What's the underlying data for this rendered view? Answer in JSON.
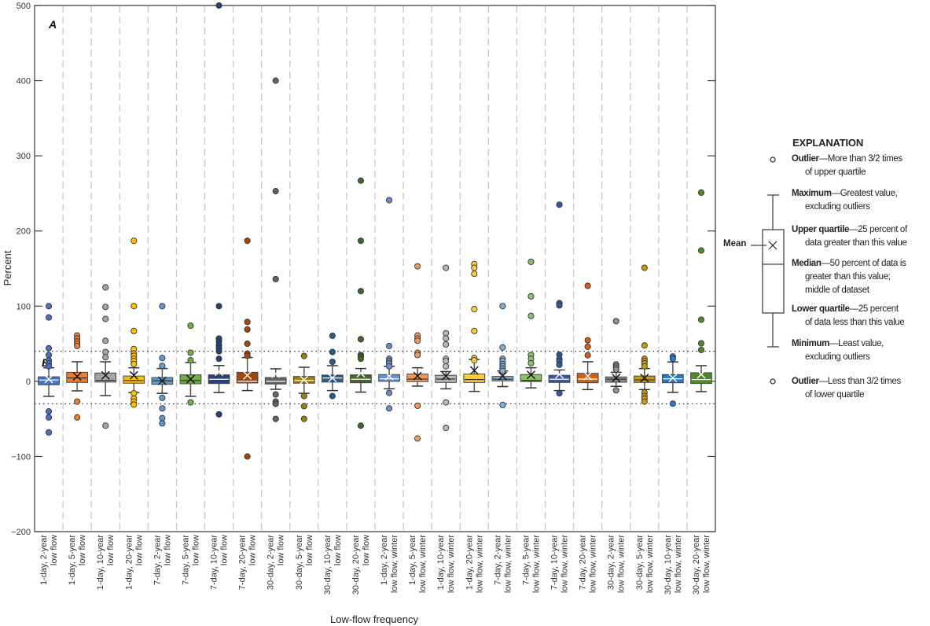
{
  "chart_data": {
    "type": "box",
    "xlabel": "Low-flow frequency",
    "ylabel": "Percent",
    "ylim": [
      -200,
      500
    ],
    "yticks": [
      "500",
      "400",
      "300",
      "200",
      "100",
      "0",
      "−100",
      "−200"
    ],
    "ytick_values": [
      500,
      400,
      300,
      200,
      100,
      0,
      -100,
      -200
    ],
    "reference_lines": [
      40,
      -30
    ],
    "panel_labels": [
      "A",
      "B"
    ],
    "categories": [
      {
        "label1": "1-day, 2-year",
        "label2": "low flow",
        "color": "#4472c4",
        "min": -20,
        "q1": -4.6,
        "median": 1.7,
        "q3": 6,
        "max": 18,
        "mean": 3,
        "outliers": [
          100,
          85,
          44,
          35,
          28,
          24,
          20,
          -40,
          -48,
          -68
        ]
      },
      {
        "label1": "1-day, 5-year",
        "label2": "low flow",
        "color": "#ed7d31",
        "min": -12.7,
        "q1": -1.5,
        "median": 4.4,
        "q3": 12,
        "max": 26,
        "mean": 6.5,
        "outliers": [
          61,
          57,
          53,
          50,
          47,
          -27,
          -48
        ]
      },
      {
        "label1": "1-day, 10-year",
        "label2": "low flow",
        "color": "#a5a5a5",
        "min": -19,
        "q1": -1,
        "median": 1.3,
        "q3": 11,
        "max": 26,
        "mean": 8,
        "outliers": [
          125,
          99,
          83,
          54,
          39,
          32,
          -59
        ]
      },
      {
        "label1": "1-day, 20-year",
        "label2": "low flow",
        "color": "#ffc000",
        "min": -15,
        "q1": -2.5,
        "median": 1,
        "q3": 7,
        "max": 18,
        "mean": 8,
        "outliers": [
          187,
          100,
          67,
          43,
          37,
          34,
          30,
          27,
          23,
          -16,
          -23,
          -27,
          -31
        ]
      },
      {
        "label1": "7-day, 2-year",
        "label2": "low flow",
        "color": "#5b9bd5",
        "min": -16,
        "q1": -4,
        "median": 0.6,
        "q3": 5,
        "max": 17,
        "mean": 0.6,
        "outliers": [
          100,
          31,
          20.5,
          -22,
          -36,
          -49,
          -56
        ]
      },
      {
        "label1": "7-day, 5-year",
        "label2": "low flow",
        "color": "#70ad47",
        "min": -20,
        "q1": -3.3,
        "median": 1,
        "q3": 8.6,
        "max": 25,
        "mean": 2.8,
        "outliers": [
          74,
          38,
          28,
          -28
        ]
      },
      {
        "label1": "7-day, 10-year",
        "label2": "low flow",
        "color": "#264478",
        "min": -15,
        "q1": -3,
        "median": 2.7,
        "q3": 8.6,
        "max": 21,
        "mean": 12.8,
        "outliers": [
          500,
          100,
          57,
          53,
          48,
          44,
          40,
          30,
          -44
        ]
      },
      {
        "label1": "7-day, 20-year",
        "label2": "low flow",
        "color": "#9e480e",
        "min": -12.3,
        "q1": -2.2,
        "median": 0,
        "q3": 12,
        "max": 31.6,
        "mean": 8,
        "outliers": [
          187,
          79,
          69,
          50,
          37,
          34,
          -100
        ]
      },
      {
        "label1": "30-day, 2-year",
        "label2": "low flow",
        "color": "#636363",
        "min": -10.6,
        "q1": -3.6,
        "median": 0,
        "q3": 5,
        "max": 16.6,
        "mean": 10,
        "outliers": [
          400,
          253,
          136,
          -17.5,
          -27,
          -30,
          -50
        ]
      },
      {
        "label1": "30-day, 5-year",
        "label2": "low flow",
        "color": "#a07d10",
        "min": -16,
        "q1": -2.5,
        "median": 1.3,
        "q3": 6.5,
        "max": 18.7,
        "mean": 2,
        "outliers": [
          33.7,
          -19.6,
          -33,
          -50
        ]
      },
      {
        "label1": "30-day, 10-year",
        "label2": "low flow",
        "color": "#255e91",
        "min": -12.3,
        "q1": -1,
        "median": 4.4,
        "q3": 8.3,
        "max": 20.8,
        "mean": 4.4,
        "outliers": [
          60.6,
          39,
          26,
          -19.6
        ]
      },
      {
        "label1": "30-day, 20-year",
        "label2": "low flow",
        "color": "#43682b",
        "min": -14.4,
        "q1": -1.9,
        "median": 2.7,
        "q3": 8.6,
        "max": 17,
        "mean": 10.7,
        "outliers": [
          267,
          187,
          120,
          56,
          35,
          33,
          30,
          -59
        ]
      },
      {
        "label1": "1-day, 2-year",
        "label2": "low flow, winter",
        "color": "#698ed0",
        "min": -10,
        "q1": 0,
        "median": 3.4,
        "q3": 9,
        "max": 20,
        "mean": 7,
        "outliers": [
          241,
          47,
          30,
          27,
          24,
          20,
          -15.5,
          -36
        ]
      },
      {
        "label1": "1-day, 5-year",
        "label2": "low flow, winter",
        "color": "#f1975a",
        "min": -6.4,
        "q1": -0.4,
        "median": 3,
        "q3": 9.6,
        "max": 18,
        "mean": 7,
        "outliers": [
          153,
          61,
          57,
          54,
          38,
          35,
          -32.5,
          -76
        ]
      },
      {
        "label1": "1-day, 10-year",
        "label2": "low flow, winter",
        "color": "#b7b7b7",
        "min": -10,
        "q1": -1.5,
        "median": 3,
        "q3": 8,
        "max": 13,
        "mean": 7,
        "outliers": [
          151,
          64,
          57,
          49,
          30,
          27,
          20,
          -28,
          -62
        ]
      },
      {
        "label1": "1-day, 20-year",
        "label2": "low flow, winter",
        "color": "#ffcd33",
        "min": -13.4,
        "q1": -1.5,
        "median": 2.3,
        "q3": 9.6,
        "max": 29,
        "mean": 14.5,
        "outliers": [
          156,
          151,
          143,
          96,
          67,
          31,
          28
        ]
      },
      {
        "label1": "7-day, 2-year",
        "label2": "low flow, winter",
        "color": "#7cafdd",
        "min": -7,
        "q1": 0.6,
        "median": 2.8,
        "q3": 6.5,
        "max": 13.8,
        "mean": 7,
        "outliers": [
          100,
          45,
          30,
          27,
          23,
          20,
          17,
          14,
          -31.5
        ]
      },
      {
        "label1": "7-day, 5-year",
        "label2": "low flow, winter",
        "color": "#8cc168",
        "min": -8.8,
        "q1": -0.4,
        "median": 1.3,
        "q3": 9,
        "max": 18,
        "mean": 8.6,
        "outliers": [
          159,
          113,
          87,
          35,
          30,
          24
        ]
      },
      {
        "label1": "7-day, 10-year",
        "label2": "low flow, winter",
        "color": "#335aa1",
        "min": -12.3,
        "q1": -1.5,
        "median": 2.7,
        "q3": 8,
        "max": 15,
        "mean": 9.3,
        "outliers": [
          235,
          104,
          101,
          35.5,
          30,
          27,
          22,
          -16
        ]
      },
      {
        "label1": "7-day, 20-year",
        "label2": "low flow, winter",
        "color": "#d26012",
        "min": -11,
        "q1": -1.9,
        "median": 3,
        "q3": 10.7,
        "max": 26,
        "mean": 7,
        "outliers": [
          127,
          54.6,
          46,
          34.7
        ]
      },
      {
        "label1": "30-day, 2-year",
        "label2": "low flow, winter",
        "color": "#8f8f8f",
        "min": -6.7,
        "q1": -1.2,
        "median": 2.7,
        "q3": 5.8,
        "max": 12,
        "mean": 4.4,
        "outliers": [
          80,
          22.6,
          20,
          18,
          15.6,
          -12
        ]
      },
      {
        "label1": "30-day, 5-year",
        "label2": "low flow, winter",
        "color": "#cc9a06",
        "min": -11,
        "q1": -1.5,
        "median": 1.9,
        "q3": 7,
        "max": 17,
        "mean": 4.4,
        "outliers": [
          151,
          47.7,
          30,
          27,
          24,
          20,
          -15,
          -19.6,
          -23,
          -27
        ]
      },
      {
        "label1": "30-day, 10-year",
        "label2": "low flow, winter",
        "color": "#2a7ac8",
        "min": -14.8,
        "q1": -1.9,
        "median": 3.4,
        "q3": 9,
        "max": 25.7,
        "mean": 4.4,
        "outliers": [
          33,
          30,
          -29.7
        ]
      },
      {
        "label1": "30-day, 20-year",
        "label2": "low flow, winter",
        "color": "#4f8a2a",
        "min": -13.7,
        "q1": -2.9,
        "median": 2.3,
        "q3": 11.4,
        "max": 20.8,
        "mean": 9.3,
        "outliers": [
          251,
          174,
          82,
          50.5,
          41.7
        ]
      }
    ]
  },
  "legend": {
    "title": "EXPLANATION",
    "mean_label": "Mean",
    "items": [
      {
        "term": "Outlier",
        "desc1": "—More than 3/2 times",
        "desc2": "of upper quartile"
      },
      {
        "term": "Maximum",
        "desc1": "—Greatest value,",
        "desc2": "excluding outliers"
      },
      {
        "term": "Upper quartile",
        "desc1": "—25 percent of",
        "desc2": "data greater than this value"
      },
      {
        "term": "Median",
        "desc1": "—50 percent of data is",
        "desc2": "greater than this value;",
        "desc3": "middle of dataset"
      },
      {
        "term": "Lower quartile",
        "desc1": "—25 percent",
        "desc2": "of data less than this value"
      },
      {
        "term": "Minimum",
        "desc1": "—Least value,",
        "desc2": "excluding outliers"
      },
      {
        "term": "Outlier",
        "desc1": "—Less than 3/2 times",
        "desc2": "of lower quartile"
      }
    ]
  }
}
